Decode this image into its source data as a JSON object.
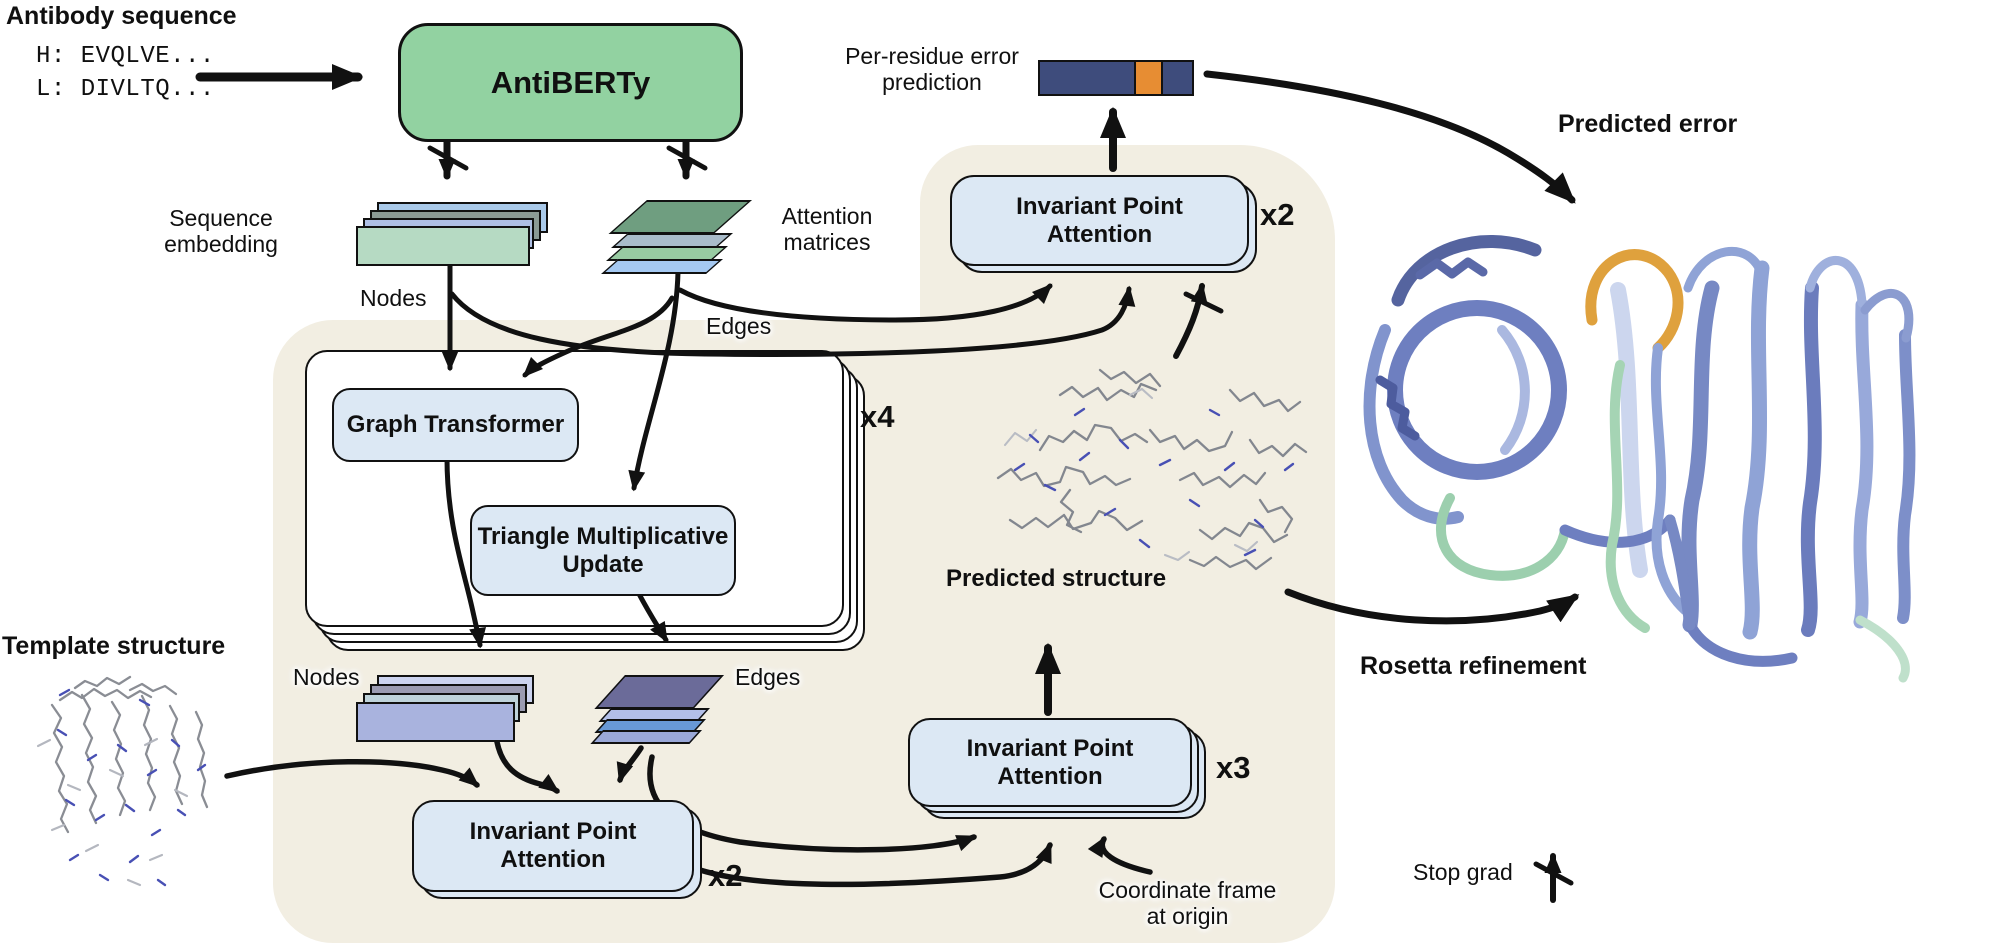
{
  "colors": {
    "background": "#ffffff",
    "panel_beige": "#f2eee2",
    "antiberty_green": "#92d2a1",
    "module_blue": "#dce8f4",
    "arrow_black": "#111111",
    "error_bar_base": "#3e4c7c",
    "error_bar_highlight": "#e78d33"
  },
  "input": {
    "heading": "Antibody sequence",
    "heavy_chain": "H: EVQLVE...",
    "light_chain": "L: DIVLTQ..."
  },
  "antiberty": {
    "label": "AntiBERTy"
  },
  "features": {
    "sequence_embedding_label": "Sequence\nembedding",
    "attention_matrices_label": "Attention\nmatrices",
    "nodes_label": "Nodes",
    "edges_label": "Edges",
    "sequence_embedding_colors": [
      "#a9c9e9",
      "#8b9a95",
      "#aebfe4",
      "#b6dac3"
    ],
    "attention_matrices_colors": [
      "#6f9e80",
      "#a9bcca",
      "#98cba2",
      "#a5c9f2"
    ]
  },
  "encoder": {
    "graph_transformer_label": "Graph Transformer",
    "triangle_update_label": "Triangle Multiplicative\nUpdate",
    "repeat_label": "x4",
    "nodes_label": "Nodes",
    "edges_label": "Edges",
    "nodes_colors": [
      "#ccd3ef",
      "#9b9bb1",
      "#bfd3da",
      "#a9b3de"
    ],
    "edges_colors": [
      "#6b6b99",
      "#b3bfe8",
      "#6899d6",
      "#9aa8d8"
    ]
  },
  "structure_module": {
    "ipa_template_label": "Invariant Point\nAttention",
    "ipa_template_repeat": "x2",
    "ipa_structure_label": "Invariant Point\nAttention",
    "ipa_structure_repeat": "x3",
    "coordinate_frame_label": "Coordinate frame\nat origin",
    "predicted_structure_label": "Predicted structure"
  },
  "error_module": {
    "ipa_label": "Invariant Point\nAttention",
    "repeat_label": "x2",
    "bar_label": "Per-residue error\nprediction",
    "predicted_error_label": "Predicted error"
  },
  "template": {
    "label": "Template structure"
  },
  "refinement": {
    "label": "Rosetta refinement"
  },
  "legend": {
    "stop_grad_label": "Stop grad"
  }
}
